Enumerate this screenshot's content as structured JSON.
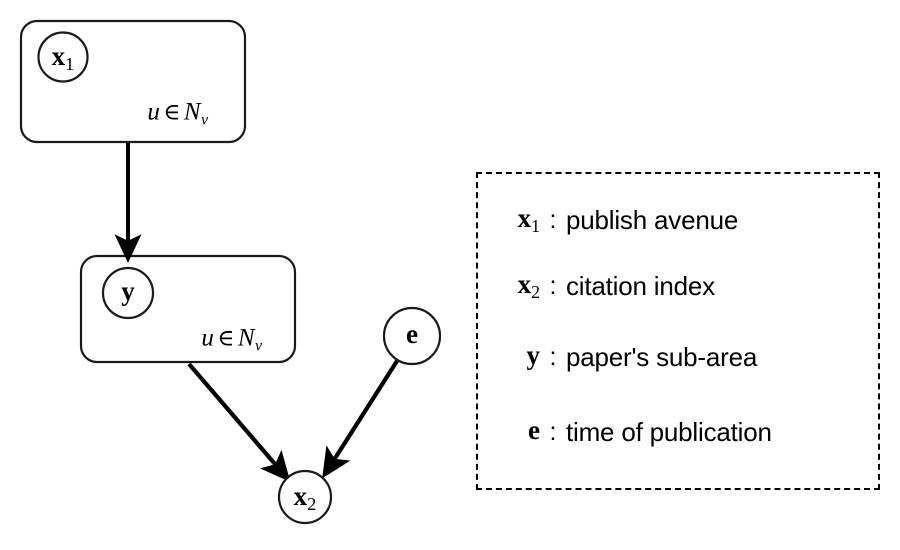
{
  "figure": {
    "type": "plate-notation-graphical-model",
    "background_color": "#ffffff",
    "stroke_color": "#000000"
  },
  "graph": {
    "plates": [
      {
        "id": "plate-x1",
        "node_label_main": "x",
        "node_label_sub": "1",
        "plate_label_var": "u",
        "plate_label_op": "∈",
        "plate_label_set_main": "N",
        "plate_label_set_sub": "v",
        "plate_label_text": "u ∈ N_v"
      },
      {
        "id": "plate-y",
        "node_label_main": "y",
        "node_label_sub": "",
        "plate_label_var": "u",
        "plate_label_op": "∈",
        "plate_label_set_main": "N",
        "plate_label_set_sub": "v",
        "plate_label_text": "u ∈ N_v"
      }
    ],
    "nodes": [
      {
        "id": "node-x1",
        "main": "x",
        "sub": "1"
      },
      {
        "id": "node-y",
        "main": "y",
        "sub": ""
      },
      {
        "id": "node-e",
        "main": "e",
        "sub": ""
      },
      {
        "id": "node-x2",
        "main": "x",
        "sub": "2"
      }
    ],
    "edges": [
      {
        "id": "edge-x1-to-y",
        "from": "plate-x1",
        "to": "node-y",
        "style": "solid-arrow"
      },
      {
        "id": "edge-y-to-x2",
        "from": "plate-y",
        "to": "node-x2",
        "style": "solid-arrow"
      },
      {
        "id": "edge-e-to-x2",
        "from": "node-e",
        "to": "node-x2",
        "style": "solid-arrow"
      }
    ]
  },
  "legend": {
    "border_style": "dashed",
    "border_color": "#000000",
    "rows": [
      {
        "symbol_main": "x",
        "symbol_sub": "1",
        "colon": ":",
        "description": "publish avenue"
      },
      {
        "symbol_main": "x",
        "symbol_sub": "2",
        "colon": ":",
        "description": "citation index"
      },
      {
        "symbol_main": "y",
        "symbol_sub": "",
        "colon": ":",
        "description": "paper's sub-area"
      },
      {
        "symbol_main": "e",
        "symbol_sub": "",
        "colon": ":",
        "description": "time of publication"
      }
    ]
  }
}
